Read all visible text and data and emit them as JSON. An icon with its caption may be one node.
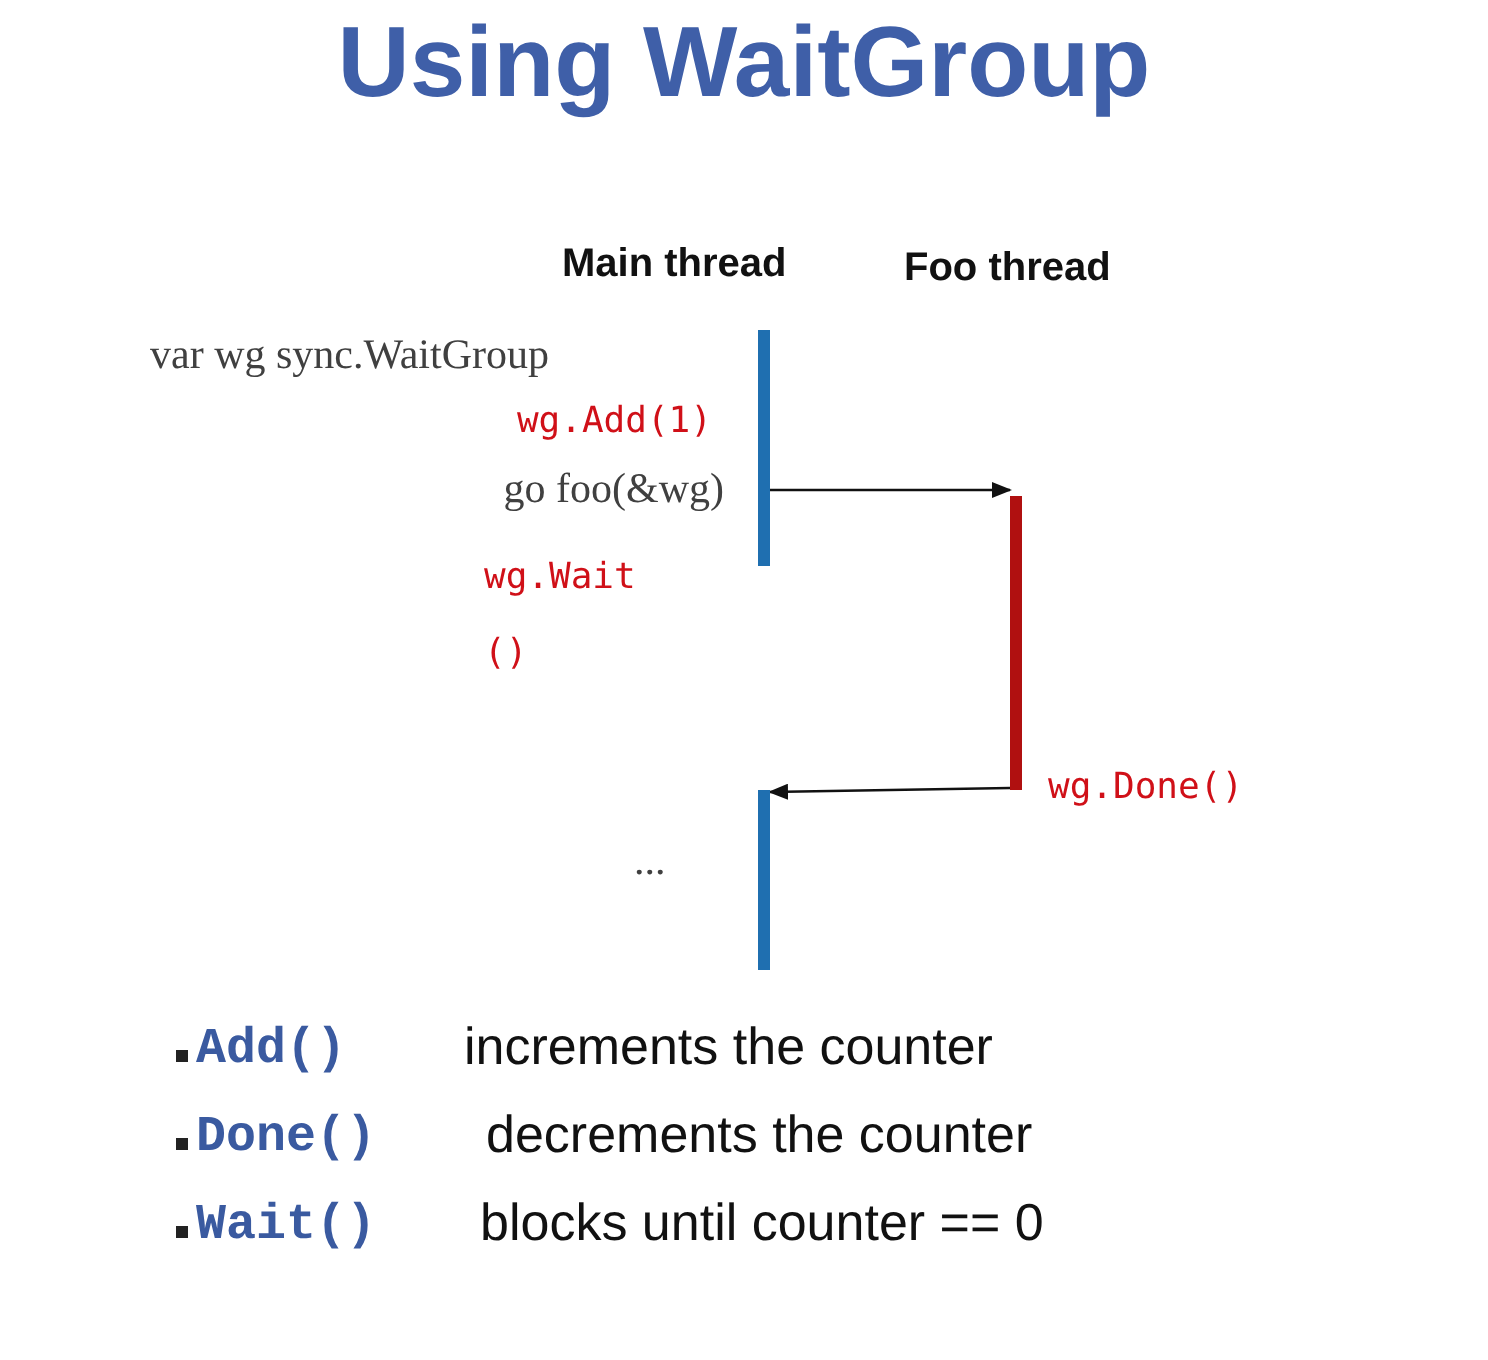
{
  "diagram": {
    "title": "Using WaitGroup",
    "nodes": [
      {
        "text": [],
        "shape": "bar"
      },
      {
        "text": [],
        "shape": "bar"
      },
      {
        "text": [],
        "shape": "bar"
      }
    ],
    "edges": [
      {
        "from": 0,
        "to": 1,
        "arrow": "to"
      },
      {
        "from": 1,
        "to": 2,
        "arrow": "to"
      }
    ],
    "labels": [
      "Main thread",
      "Foo thread",
      "var wg sync.WaitGroup",
      "wg.Add(1)",
      "go foo(&wg)",
      "wg.Wait()",
      "wg.Done()",
      "...",
      "Add()",
      "increments the counter",
      "Done()",
      "decrements the counter",
      "Wait()",
      "blocks until counter == 0"
    ]
  }
}
